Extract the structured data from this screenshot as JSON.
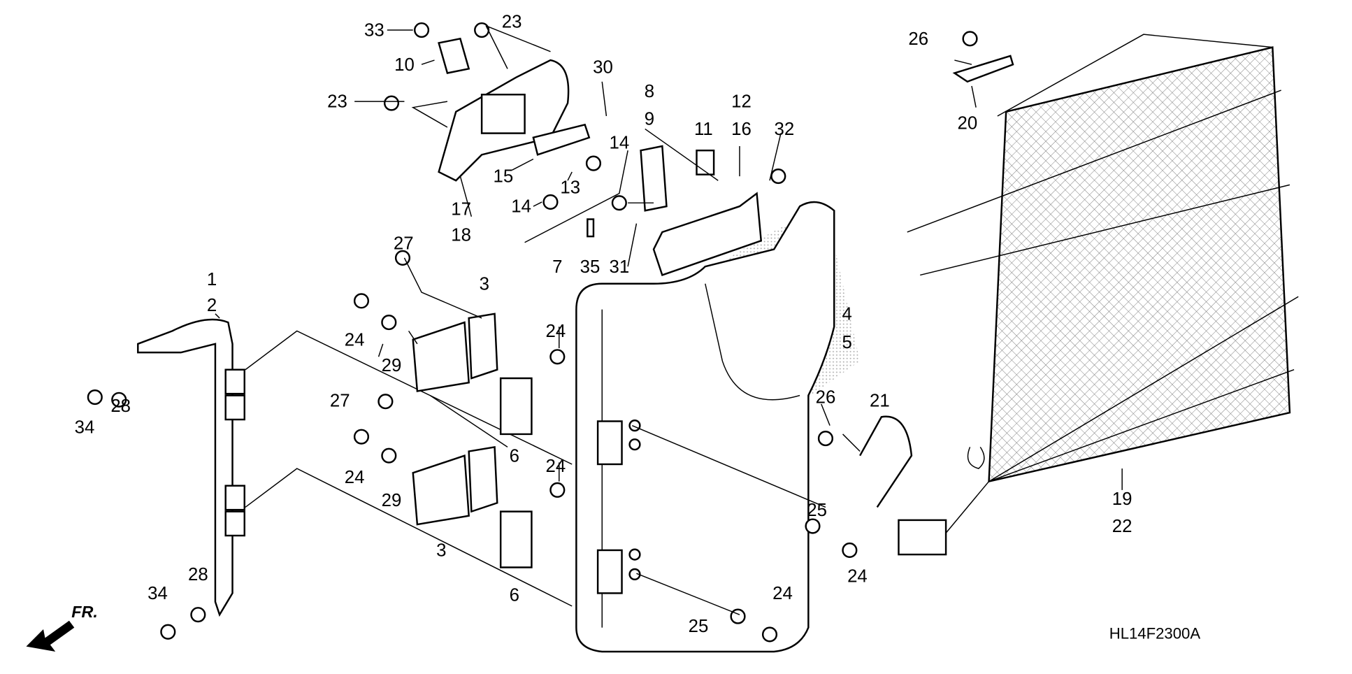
{
  "diagram_code": "HL14F2300A",
  "front_indicator": "FR.",
  "callouts": [
    "33",
    "23",
    "10",
    "23",
    "30",
    "8",
    "9",
    "12",
    "16",
    "11",
    "32",
    "14",
    "15",
    "13",
    "17",
    "18",
    "14",
    "7",
    "35",
    "31",
    "27",
    "1",
    "2",
    "3",
    "24",
    "29",
    "24",
    "4",
    "5",
    "34",
    "28",
    "27",
    "6",
    "24",
    "29",
    "24",
    "3",
    "6",
    "26",
    "21",
    "25",
    "24",
    "34",
    "28",
    "25",
    "24",
    "26",
    "20",
    "19",
    "22"
  ],
  "colors": {
    "line": "#000000",
    "background": "#ffffff",
    "watermark": "#9a9a9a"
  }
}
